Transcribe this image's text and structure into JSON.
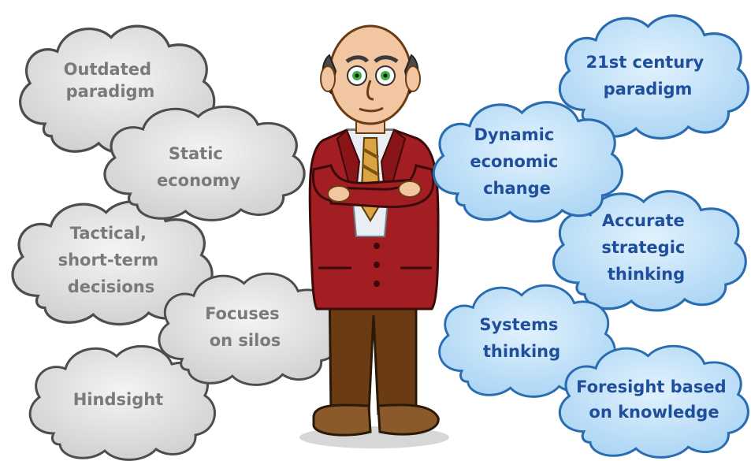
{
  "colors": {
    "gray_cloud_fill": "#e3e3e3",
    "gray_cloud_stroke": "#4d4d4d",
    "gray_text": "#7a7a7a",
    "blue_cloud_fill": "#bfe0f8",
    "blue_cloud_stroke": "#2a6cb0",
    "blue_text": "#1f4e9c",
    "jacket": "#a31e22",
    "trousers": "#6b3b14",
    "shirt": "#e8eef2",
    "tie": "#d9a441"
  },
  "left_clouds": [
    {
      "lines": [
        "Outdated",
        "paradigm"
      ]
    },
    {
      "lines": [
        "Static",
        "economy"
      ]
    },
    {
      "lines": [
        "Tactical,",
        "short-term",
        "decisions"
      ]
    },
    {
      "lines": [
        "Focuses",
        "on silos"
      ]
    },
    {
      "lines": [
        "Hindsight"
      ]
    }
  ],
  "right_clouds": [
    {
      "lines": [
        "21st century",
        "paradigm"
      ]
    },
    {
      "lines": [
        "Dynamic",
        "economic",
        "change"
      ]
    },
    {
      "lines": [
        "Accurate",
        "strategic",
        "thinking"
      ]
    },
    {
      "lines": [
        "Systems",
        "thinking"
      ]
    },
    {
      "lines": [
        "Foresight based",
        "on knowledge"
      ]
    }
  ],
  "figure": {
    "icon": "businessman-arms-crossed-icon"
  }
}
